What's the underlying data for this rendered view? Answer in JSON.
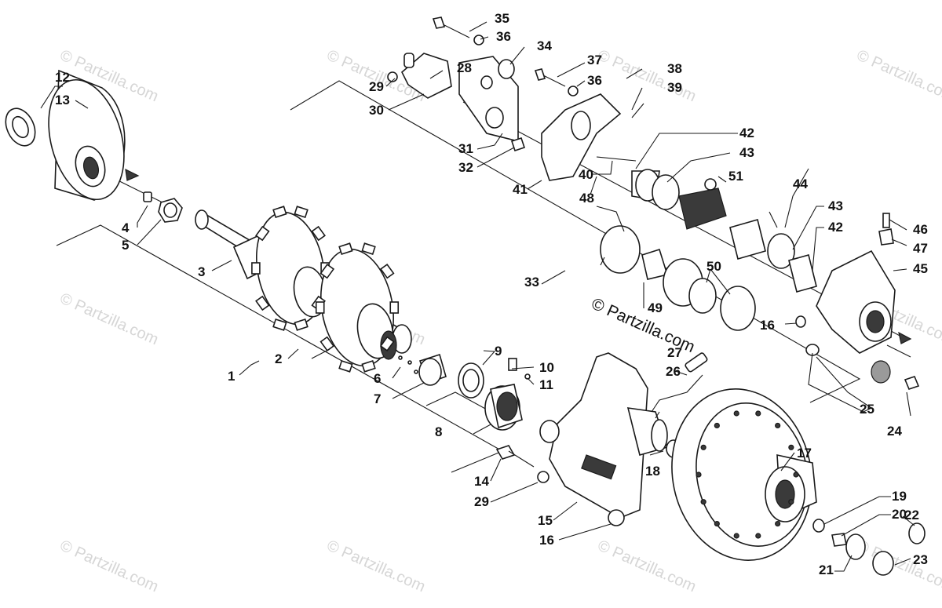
{
  "watermark": "© Partzilla.com",
  "copyright": "© Partzilla.com",
  "callouts": [
    "1",
    "2",
    "3",
    "4",
    "5",
    "6",
    "7",
    "8",
    "9",
    "10",
    "11",
    "12",
    "13",
    "14",
    "15",
    "16",
    "17",
    "18",
    "19",
    "20",
    "21",
    "22",
    "23",
    "24",
    "25",
    "26",
    "27",
    "28",
    "29",
    "30",
    "31",
    "32",
    "33",
    "34",
    "35",
    "36",
    "37",
    "38",
    "39",
    "40",
    "41",
    "42",
    "43",
    "44",
    "45",
    "46",
    "47",
    "48",
    "49",
    "50",
    "51"
  ]
}
